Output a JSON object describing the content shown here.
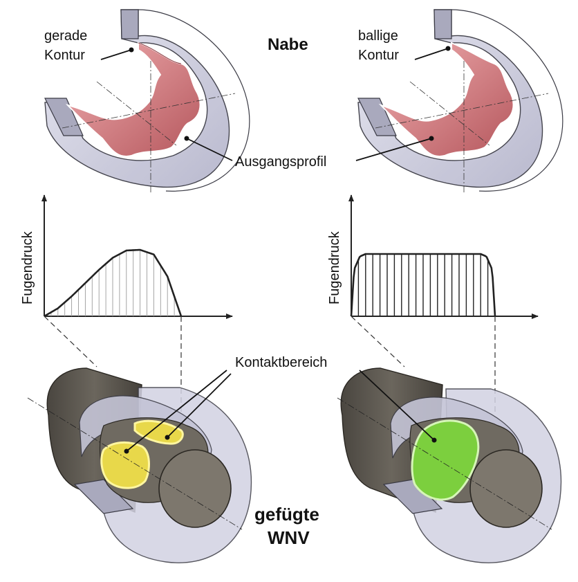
{
  "labels": {
    "top_left_a": "gerade",
    "top_left_b": "Kontur",
    "top_right_a": "ballige",
    "top_right_b": "Kontur",
    "nabe": "Nabe",
    "ausgangsprofil": "Ausgangsprofil",
    "y_left": "Fugendruck",
    "y_right": "Fugendruck",
    "kontaktbereich": "Kontaktbereich",
    "joined_a": "gefügte",
    "joined_b": "WNV"
  },
  "colors": {
    "hub_glass": "#c9c9dc",
    "hub_edge": "#3a3a44",
    "profile_red": "#d98a8e",
    "profile_red_dark": "#b25a60",
    "shaft_dark": "#555048",
    "shaft_face": "#7d776d",
    "contact_yellow": "#e8d84a",
    "contact_green": "#7ccf3e"
  },
  "chart_data": [
    {
      "type": "area",
      "ylabel": "Fugendruck",
      "xlabel": "",
      "shape": "asymmetric peak toward right end, abrupt drop to zero",
      "x": [
        0,
        0.1,
        0.2,
        0.3,
        0.4,
        0.5,
        0.6,
        0.7,
        0.8,
        0.9,
        1.0
      ],
      "y": [
        0,
        0.12,
        0.3,
        0.5,
        0.7,
        0.88,
        0.99,
        1.0,
        0.93,
        0.6,
        0
      ]
    },
    {
      "type": "area",
      "ylabel": "Fugendruck",
      "xlabel": "",
      "shape": "plateau (uniform pressure) with rounded edges",
      "x": [
        0,
        0.02,
        0.06,
        0.1,
        0.5,
        0.9,
        0.94,
        0.98,
        1.0
      ],
      "y": [
        0,
        0.75,
        0.96,
        1.0,
        1.0,
        1.0,
        0.96,
        0.75,
        0
      ]
    }
  ]
}
